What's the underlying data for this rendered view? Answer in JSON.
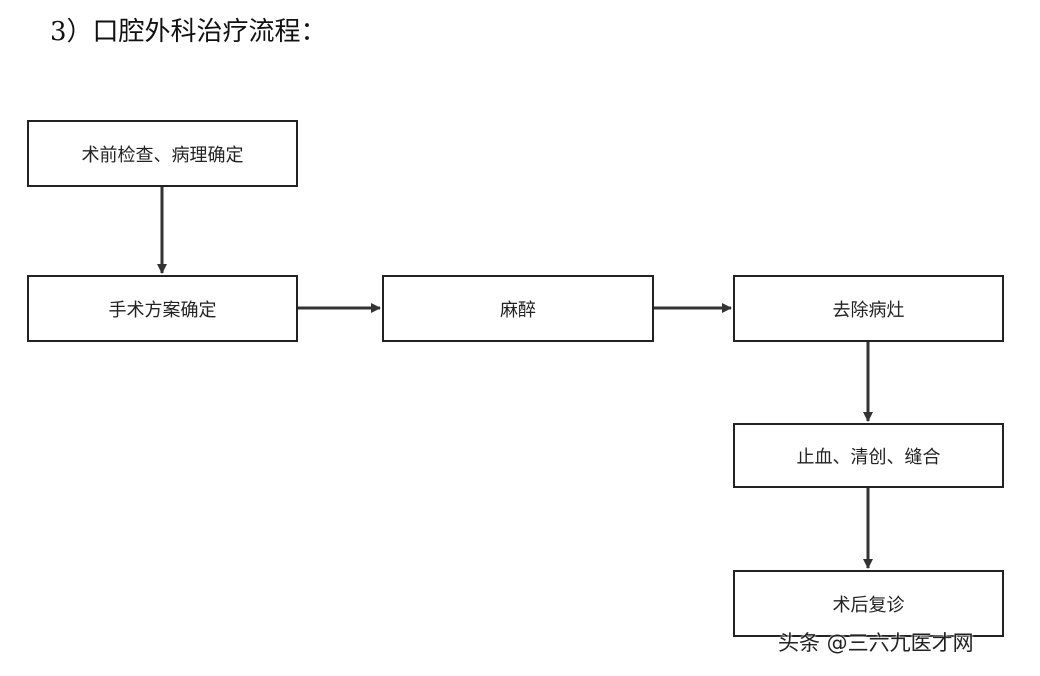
{
  "heading": "3）口腔外科治疗流程：",
  "nodes": {
    "preop_check": "术前检查、病理确定",
    "surgical_plan": "手术方案确定",
    "anesthesia": "麻醉",
    "remove_lesion": "去除病灶",
    "hemostasis": "止血、清创、缝合",
    "followup": "术后复诊"
  },
  "edges": [
    [
      "preop_check",
      "surgical_plan"
    ],
    [
      "surgical_plan",
      "anesthesia"
    ],
    [
      "anesthesia",
      "remove_lesion"
    ],
    [
      "remove_lesion",
      "hemostasis"
    ],
    [
      "hemostasis",
      "followup"
    ]
  ],
  "watermark": "头条 @三六九医才网",
  "colors": {
    "stroke": "#222222",
    "text": "#222222",
    "background": "#ffffff"
  }
}
